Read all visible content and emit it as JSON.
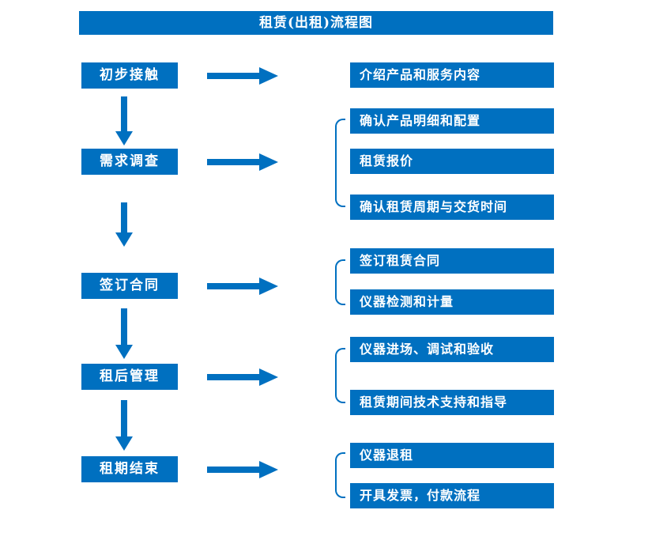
{
  "title": "租赁(出租)流程图",
  "colors": {
    "primary": "#0070C0",
    "text_on_primary": "#FFFFFF",
    "background": "#FFFFFF"
  },
  "stages": [
    {
      "label": "初步接触",
      "outputs": [
        "介绍产品和服务内容"
      ]
    },
    {
      "label": "需求调查",
      "outputs": [
        "确认产品明细和配置",
        "租赁报价",
        "确认租赁周期与交货时间"
      ]
    },
    {
      "label": "签订合同",
      "outputs": [
        "签订租赁合同",
        "仪器检测和计量"
      ]
    },
    {
      "label": "租后管理",
      "outputs": [
        "仪器进场、调试和验收",
        "租赁期间技术支持和指导"
      ]
    },
    {
      "label": "租期结束",
      "outputs": [
        "仪器退租",
        "开具发票，付款流程"
      ]
    }
  ]
}
